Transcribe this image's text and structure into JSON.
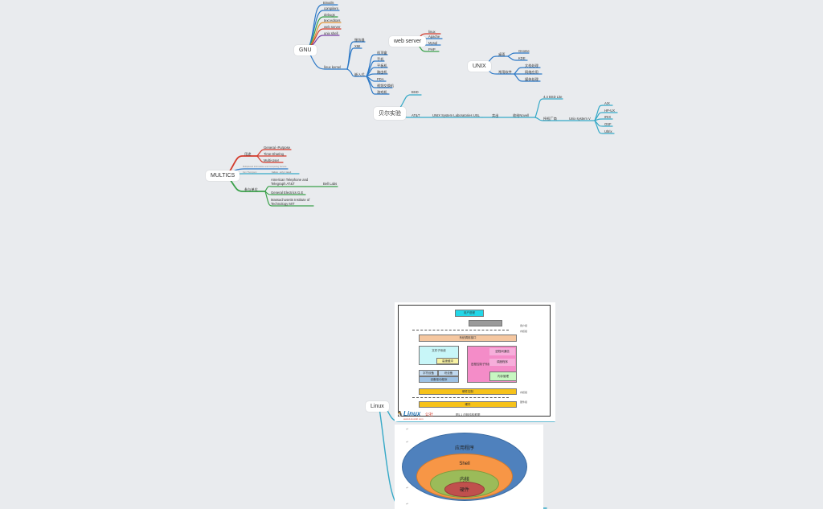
{
  "gnu": {
    "root": "GNU",
    "tools": [
      "Binutils",
      "compilers",
      "debugs",
      "text editors",
      "web server",
      "unix shell"
    ],
    "hurd_children": [
      "服务器",
      "XMI"
    ],
    "free_kernel": "linux kernel",
    "embedded": "嵌入式",
    "embedded_items": [
      "机顶盒",
      "手机",
      "平板机",
      "路由机",
      "PDA",
      "视频交换机",
      "游戏机"
    ]
  },
  "web_server": {
    "root": "web server",
    "items": [
      "linux",
      "Apache",
      "Mysql",
      "PHP"
    ]
  },
  "unix": {
    "root": "UNIX",
    "desktop": "桌面",
    "desktop_items": [
      "Gnome",
      "KDE"
    ],
    "office": "常用软件",
    "office_items": [
      "文档处理",
      "网络应用",
      "媒体处理"
    ]
  },
  "bell": {
    "root": "贝尔实验",
    "bsd": "BSD",
    "att": "AT&T",
    "usl": "UNIX System Laboratories USL",
    "novell_pre": "卖出",
    "novell": "收给Novell",
    "bsd_lite": "4.4 BSD Lite",
    "sysv_label": "授权厂商",
    "sysv": "Unix system V",
    "sysv_items": [
      "AIX",
      "HP-UX",
      "IRIX",
      "OSF",
      "Ultrix"
    ]
  },
  "multics": {
    "root": "MULTICS",
    "goal": "用途",
    "goal_items": [
      "General -Purpose",
      "Time-Sharing",
      "Multi-User"
    ],
    "tiny_1": "Multiplexed Information and Computing Service",
    "tiny_2": "Ken Thompson",
    "tiny_3": "Failure · only 1 result",
    "org": "参与单位",
    "org_items": [
      "American Telephone and Telegraph AT&T",
      "General Electrics G.E",
      "Massachusetts Institute of Technology MIT"
    ],
    "bell_out": "Bell Labs"
  },
  "linux": {
    "root": "Linux",
    "arch": {
      "labels": [
        "用户进程",
        "系统调用接口",
        "文件子系统",
        "高速缓冲",
        "进程控制子系统",
        "进程间通信",
        "调度程序",
        "内存管理",
        "字符设备",
        "块设备",
        "设备驱动程序",
        "硬件控制",
        "硬件"
      ],
      "levels": [
        "用户级",
        "内核级",
        "内核级",
        "硬件级"
      ],
      "caption": "图1.1 内核结构框图",
      "logo": "Linux",
      "logo_suffix": "公社",
      "logo_url": "www.Linuxidc.com"
    },
    "rings": [
      "应用程序",
      "Shell",
      "内核",
      "硬件"
    ]
  },
  "colors": {
    "gnu_red": "#d33b2c",
    "gnu_blue": "#2c78c6",
    "gnu_green": "#3aa14a",
    "gnu_orange": "#e29234",
    "gnu_purple": "#7b3fa6",
    "bell_teal": "#35a9c7",
    "ring_blue": "#4f81bd",
    "ring_orange": "#f79646",
    "ring_green": "#9bbb59",
    "ring_red": "#c0504d"
  }
}
